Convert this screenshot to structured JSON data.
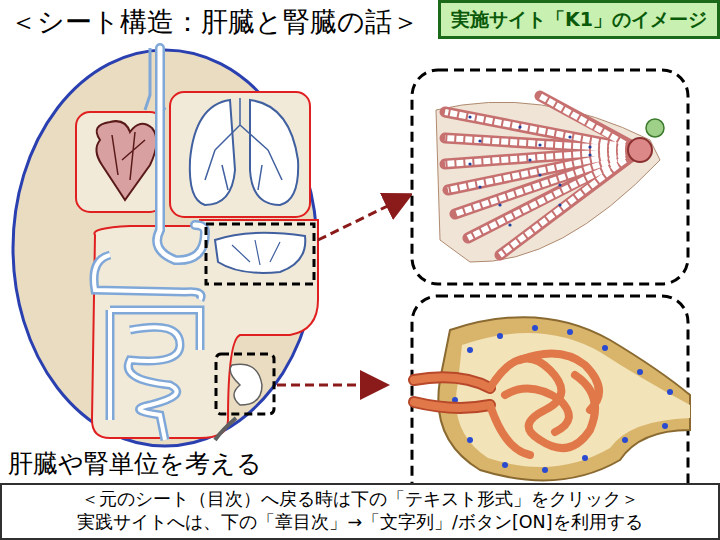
{
  "diagram": {
    "title": "＜シート構造：肝臓と腎臓の話＞",
    "nodes": [
      {
        "text": [
          "実施サイト「K1」のイメージ"
        ]
      },
      {
        "text": [
          "＜元のシート（目次）へ戻る時は下の「テキスト形式」をクリック＞",
          "実践サイトへは、下の「章目次」→「文字列」/ボタン[ON]を利用する"
        ]
      }
    ],
    "labels": [
      "肝臓や腎単位を考える"
    ]
  }
}
